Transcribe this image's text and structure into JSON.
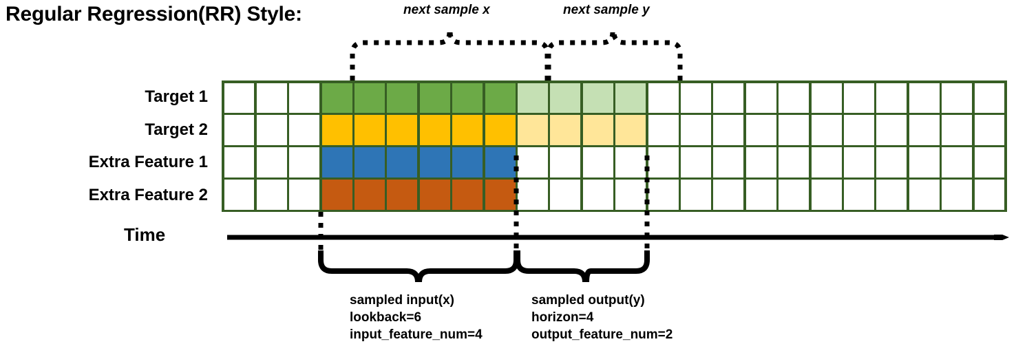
{
  "title": "Regular Regression(RR) Style:",
  "top_annotations": {
    "next_sample_x": "next sample x",
    "next_sample_y": "next sample y"
  },
  "row_labels": [
    "Target 1",
    "Target 2",
    "Extra Feature 1",
    "Extra Feature 2"
  ],
  "axis": {
    "time_label": "Time"
  },
  "captions": {
    "input": "sampled input(x)\nlookback=6\ninput_feature_num=4",
    "output": "sampled output(y)\nhorizon=4\noutput_feature_num=2",
    "input_lines": [
      "sampled input(x)",
      "lookback=6",
      "input_feature_num=4"
    ],
    "output_lines": [
      "sampled output(y)",
      "horizon=4",
      "output_feature_num=2"
    ]
  },
  "colors": {
    "grid_border": "#375E24",
    "target1": "#6CAA47",
    "target1_light": "#C5E0B4",
    "target2": "#FFC000",
    "target2_light": "#FFE699",
    "extra_feature1": "#2E75B6",
    "extra_feature2": "#C55A11",
    "empty": "#FFFFFF",
    "line": "#000000"
  },
  "grid": {
    "columns": 24,
    "rows": 4,
    "lookback_start_col": 4,
    "lookback_end_col": 9,
    "horizon_start_col": 10,
    "horizon_end_col": 13,
    "row_fill_classes": [
      [
        "cell",
        "cell",
        "cell",
        "c-green",
        "c-green",
        "c-green",
        "c-green",
        "c-green",
        "c-green",
        "c-green-l",
        "c-green-l",
        "c-green-l",
        "c-green-l",
        "cell",
        "cell",
        "cell",
        "cell",
        "cell",
        "cell",
        "cell",
        "cell",
        "cell",
        "cell",
        "cell"
      ],
      [
        "cell",
        "cell",
        "cell",
        "c-yellow",
        "c-yellow",
        "c-yellow",
        "c-yellow",
        "c-yellow",
        "c-yellow",
        "c-yellow-l",
        "c-yellow-l",
        "c-yellow-l",
        "c-yellow-l",
        "cell",
        "cell",
        "cell",
        "cell",
        "cell",
        "cell",
        "cell",
        "cell",
        "cell",
        "cell",
        "cell"
      ],
      [
        "cell",
        "cell",
        "cell",
        "c-blue",
        "c-blue",
        "c-blue",
        "c-blue",
        "c-blue",
        "c-blue",
        "cell",
        "cell",
        "cell",
        "cell",
        "cell",
        "cell",
        "cell",
        "cell",
        "cell",
        "cell",
        "cell",
        "cell",
        "cell",
        "cell",
        "cell"
      ],
      [
        "cell",
        "cell",
        "cell",
        "c-orange",
        "c-orange",
        "c-orange",
        "c-orange",
        "c-orange",
        "c-orange",
        "cell",
        "cell",
        "cell",
        "cell",
        "cell",
        "cell",
        "cell",
        "cell",
        "cell",
        "cell",
        "cell",
        "cell",
        "cell",
        "cell",
        "cell"
      ]
    ]
  },
  "chart_data": {
    "type": "diagram",
    "title": "Regular Regression(RR) Style:",
    "total_timesteps": 24,
    "series": [
      {
        "name": "Target 1",
        "role": "target",
        "input_cols": [
          4,
          5,
          6,
          7,
          8,
          9
        ],
        "output_cols": [
          10,
          11,
          12,
          13
        ]
      },
      {
        "name": "Target 2",
        "role": "target",
        "input_cols": [
          4,
          5,
          6,
          7,
          8,
          9
        ],
        "output_cols": [
          10,
          11,
          12,
          13
        ]
      },
      {
        "name": "Extra Feature 1",
        "role": "feature",
        "input_cols": [
          4,
          5,
          6,
          7,
          8,
          9
        ],
        "output_cols": []
      },
      {
        "name": "Extra Feature 2",
        "role": "feature",
        "input_cols": [
          4,
          5,
          6,
          7,
          8,
          9
        ],
        "output_cols": []
      }
    ],
    "lookback": 6,
    "horizon": 4,
    "input_feature_num": 4,
    "output_feature_num": 2
  }
}
